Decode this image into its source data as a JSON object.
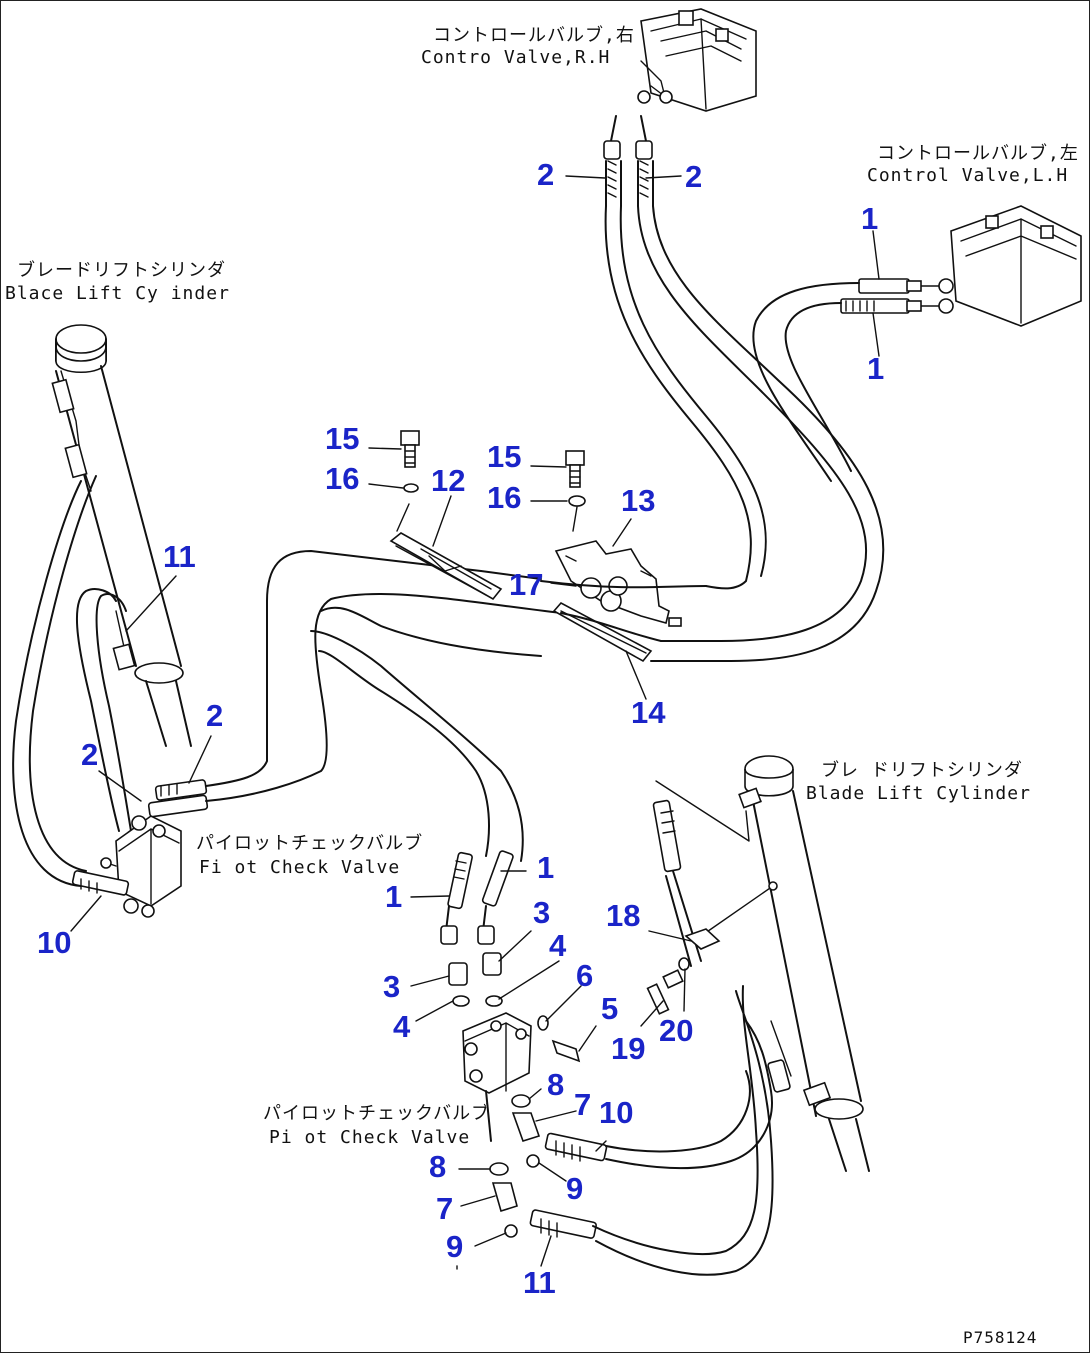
{
  "labels": {
    "control_valve_rh_jp": "コントロールバルブ,右",
    "control_valve_rh_en": "Contro  Valve,R.H",
    "control_valve_lh_jp": "コントロールバルブ,左",
    "control_valve_lh_en": "Control Valve,L.H",
    "blade_lift_left_jp": "ブレードリフトシリンダ",
    "blade_lift_left_en": "Blace Lift Cy inder",
    "blade_lift_right_jp": "ブレ ドリフトシリンダ",
    "blade_lift_right_en": "Blade Lift Cylinder",
    "pilot_check_upper_jp": "パイロットチェックバルブ",
    "pilot_check_upper_en": "Fi ot Check Valve",
    "pilot_check_lower_jp": "パイロットチェックバルブ",
    "pilot_check_lower_en": "Pi ot Check Valve"
  },
  "drawing_code": "P758124",
  "callouts": {
    "c2a": "2",
    "c2b": "2",
    "c1a": "1",
    "c1b": "1",
    "c15a": "15",
    "c16a": "16",
    "c12": "12",
    "c15b": "15",
    "c16b": "16",
    "c13": "13",
    "c17": "17",
    "c14": "14",
    "c11a": "11",
    "c2c": "2",
    "c2d": "2",
    "c10a": "10",
    "c1c": "1",
    "c1d": "1",
    "c3a": "3",
    "c3b": "3",
    "c4a": "4",
    "c4b": "4",
    "c6": "6",
    "c5": "5",
    "c18": "18",
    "c19": "19",
    "c20": "20",
    "c8a": "8",
    "c7a": "7",
    "c10b": "10",
    "c8b": "8",
    "c9a": "9",
    "c7b": "7",
    "c9b": "9",
    "c11b": "11"
  },
  "colors": {
    "callout": "#1a24c8",
    "line": "#111111"
  }
}
